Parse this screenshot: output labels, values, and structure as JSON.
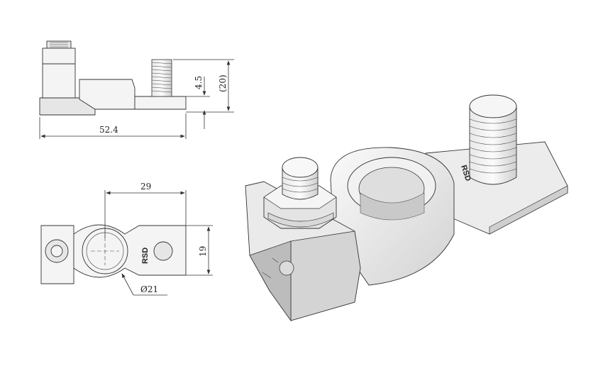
{
  "dimensions": {
    "overall_length": "52.4",
    "stud_offset": "4.5",
    "height": "(20)",
    "center_distance": "29",
    "width": "19",
    "bore_diameter": "Ø21"
  },
  "markings": {
    "top_view_mark": "RSD",
    "iso_mark": "RSD",
    "polarity": "+"
  },
  "colors": {
    "line": "#333333",
    "face_light": "#f4f4f4",
    "face_mid": "#e2e2e2",
    "face_dark": "#c8c8c8"
  }
}
